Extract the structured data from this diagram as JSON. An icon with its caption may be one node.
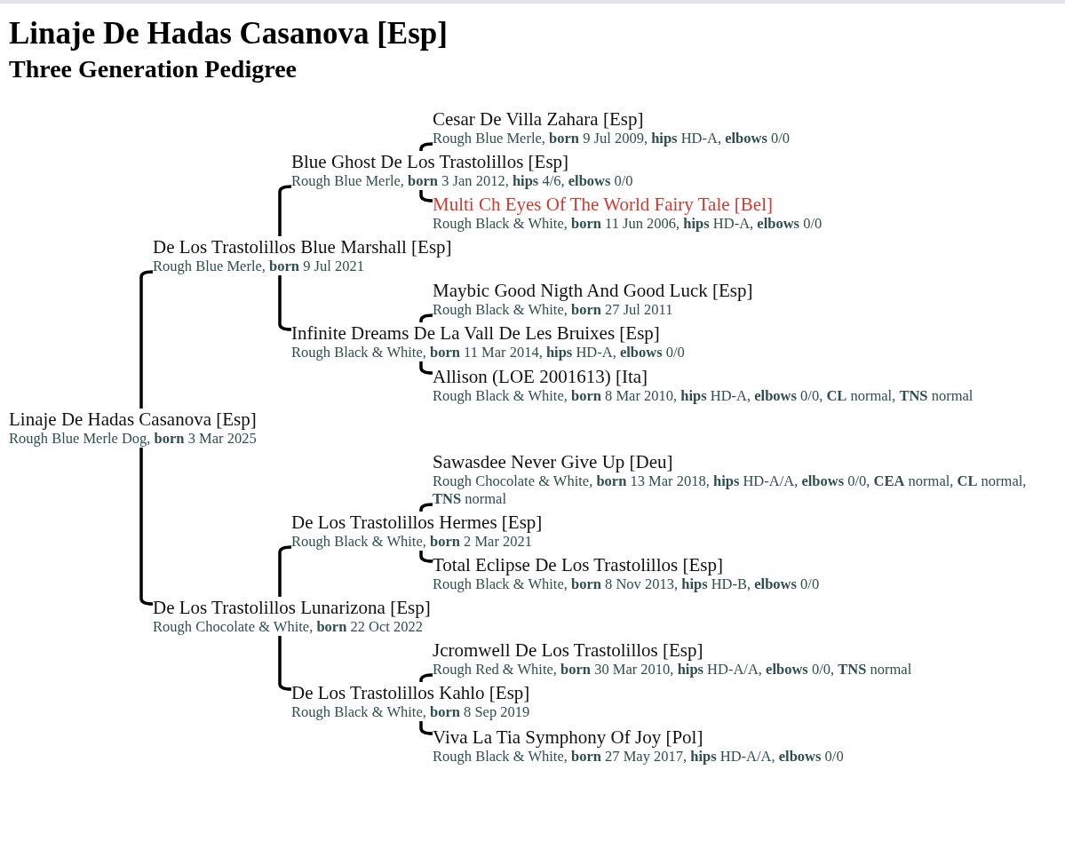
{
  "diagram": {
    "title": "Linaje De Hadas Casanova [Esp]",
    "labels": [
      "Three Generation Pedigree"
    ],
    "nodes": [
      {
        "text": [
          "Cesar De Villa Zahara [Esp]",
          "Rough Blue Merle, **born** 9 Jul 2009, **hips** HD-A, **elbows** 0/0"
        ]
      },
      {
        "text": [
          "Blue Ghost De Los Trastolillos [Esp]",
          "Rough Blue Merle, **born** 3 Jan 2012, **hips** 4/6, **elbows** 0/0"
        ]
      },
      {
        "text": [
          "Multi Ch Eyes Of The World Fairy Tale [Bel]",
          "Rough Black & White, **born** 11 Jun 2006, **hips** HD-A, **elbows** 0/0"
        ]
      },
      {
        "text": [
          "De Los Trastolillos Blue Marshall [Esp]",
          "Rough Blue Merle, **born** 9 Jul 2021"
        ]
      },
      {
        "text": [
          "Maybic Good Nigth And Good Luck [Esp]",
          "Rough Black & White, **born** 27 Jul 2011"
        ]
      },
      {
        "text": [
          "Infinite Dreams De La Vall De Les Bruixes [Esp]",
          "Rough Black & White, **born** 11 Mar 2014, **hips** HD-A, **elbows** 0/0"
        ]
      },
      {
        "text": [
          "Allison (LOE 2001613) [Ita]",
          "Rough Black & White, **born** 8 Mar 2010, **hips** HD-A, **elbows** 0/0, **CL** normal, **TNS** normal"
        ]
      },
      {
        "text": [
          "Linaje De Hadas Casanova [Esp]",
          "Rough Blue Merle Dog, **born** 3 Mar 2025"
        ]
      },
      {
        "text": [
          "Sawasdee Never Give Up [Deu]",
          "Rough Chocolate & White, **born** 13 Mar 2018, **hips** HD-A/A, **elbows** 0/0, **CEA** normal, **CL** normal, **TNS** normal"
        ]
      },
      {
        "text": [
          "De Los Trastolillos Hermes [Esp]",
          "Rough Black & White, **born** 2 Mar 2021"
        ]
      },
      {
        "text": [
          "Total Eclipse De Los Trastolillos [Esp]",
          "Rough Black & White, **born** 8 Nov 2013, **hips** HD-B, **elbows** 0/0"
        ]
      },
      {
        "text": [
          "De Los Trastolillos Lunarizona [Esp]",
          "Rough Chocolate & White, **born** 22 Oct 2022"
        ]
      },
      {
        "text": [
          "Jcromwell De Los Trastolillos [Esp]",
          "Rough Red & White, **born** 30 Mar 2010, **hips** HD-A/A, **elbows** 0/0, **TNS** normal"
        ]
      },
      {
        "text": [
          "De Los Trastolillos Kahlo [Esp]",
          "Rough Black & White, **born** 8 Sep 2019"
        ]
      },
      {
        "text": [
          "Viva La Tia Symphony Of Joy [Pol]",
          "Rough Black & White, **born** 27 May 2017, **hips** HD-A/A, **elbows** 0/0"
        ]
      }
    ],
    "edges": [
      {
        "from": 7,
        "to": 3,
        "arrow": "none"
      },
      {
        "from": 7,
        "to": 11,
        "arrow": "none"
      },
      {
        "from": 3,
        "to": 1,
        "arrow": "none"
      },
      {
        "from": 3,
        "to": 5,
        "arrow": "none"
      },
      {
        "from": 1,
        "to": 0,
        "arrow": "none"
      },
      {
        "from": 1,
        "to": 2,
        "arrow": "none"
      },
      {
        "from": 5,
        "to": 4,
        "arrow": "none"
      },
      {
        "from": 5,
        "to": 6,
        "arrow": "none"
      },
      {
        "from": 11,
        "to": 9,
        "arrow": "none"
      },
      {
        "from": 11,
        "to": 13,
        "arrow": "none"
      },
      {
        "from": 9,
        "to": 8,
        "arrow": "none"
      },
      {
        "from": 9,
        "to": 10,
        "arrow": "none"
      },
      {
        "from": 13,
        "to": 12,
        "arrow": "none"
      },
      {
        "from": 13,
        "to": 14,
        "arrow": "none"
      }
    ]
  }
}
